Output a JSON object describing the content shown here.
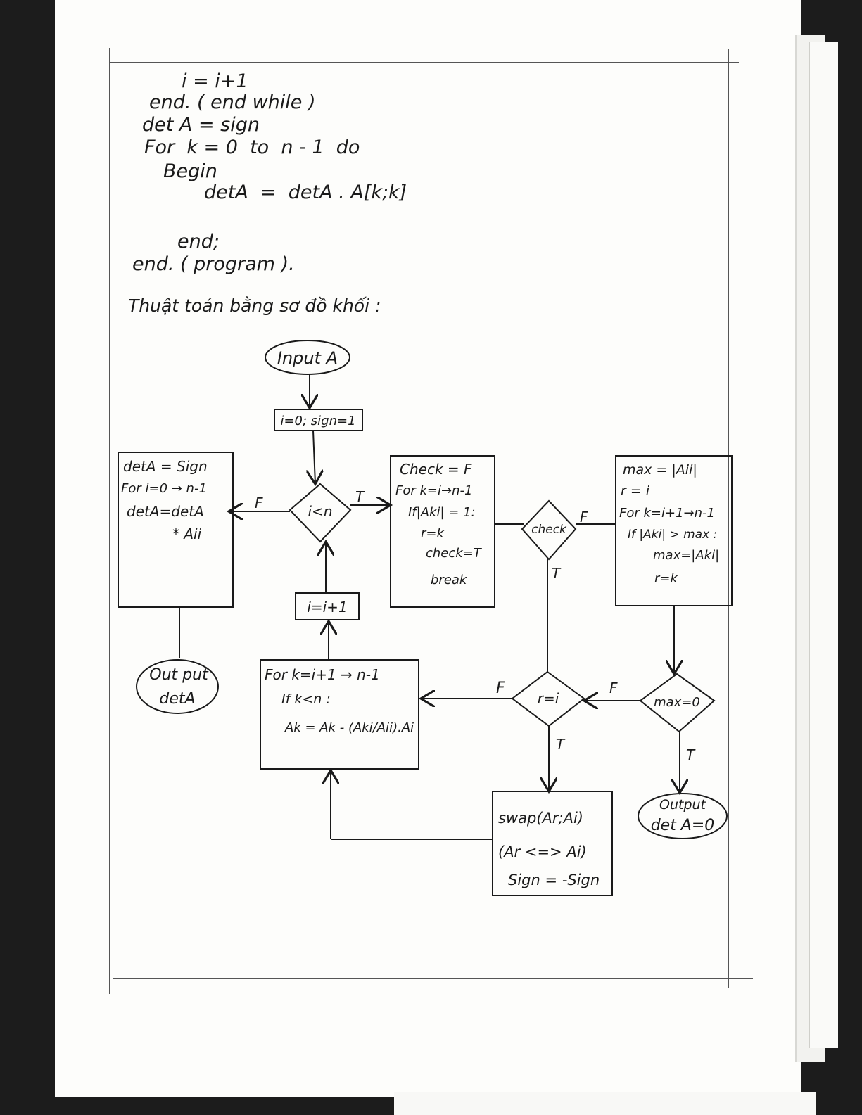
{
  "code": {
    "lines": [
      "i = i+1",
      "end. ( end while )",
      "det A = sign",
      "For  k = 0  to  n - 1  do",
      "Begin",
      "detA  =  detA . A[k;k]",
      "end;",
      "end. ( program ).",
      "Thuật toán bằng sơ đồ khối :"
    ]
  },
  "flowchart": {
    "input": "Input A",
    "init": "i=0; sign=1",
    "cond_i": "i<n",
    "incr": "i=i+1",
    "det_box": [
      "detA = Sign",
      "For i=0 → n-1",
      "detA=detA",
      "* Aii"
    ],
    "output_det": [
      "Out put",
      "detA"
    ],
    "check_box": [
      "Check = F",
      "For k=i→n-1",
      "If|Aki| = 1:",
      "r=k",
      "check=T",
      "break"
    ],
    "cond_check": "check",
    "max_box": [
      "max = |Aii|",
      "r = i",
      "For k=i+1→n-1",
      "If |Aki| > max :",
      "max=|Aki|",
      "r=k"
    ],
    "cond_r": "r=i",
    "cond_max": "max=0",
    "elim_box": [
      "For k=i+1 → n-1",
      "If k<n :",
      "Ak = Ak - (Aki/Aii).Ai"
    ],
    "swap_box": [
      "swap(Ar;Ai)",
      "(Ar <=> Ai)",
      "Sign = -Sign"
    ],
    "output_zero": [
      "Output",
      "det A=0"
    ],
    "edge_labels": {
      "true": "T",
      "false": "F"
    }
  },
  "colors": {
    "ink": "#1a1a1a",
    "paper": "#fdfdfb",
    "background": "#1c1c1c"
  }
}
